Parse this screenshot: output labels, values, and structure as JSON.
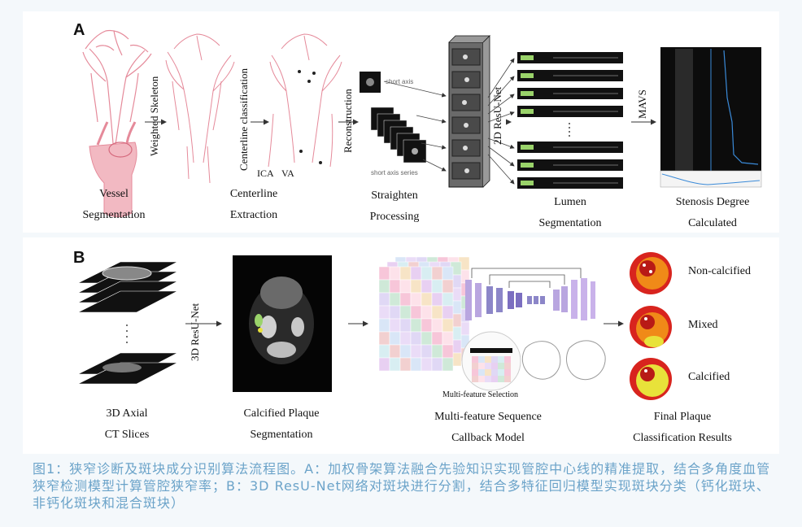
{
  "panel_a": {
    "letter": "A",
    "steps": [
      {
        "line1": "Vessel",
        "line2": "Segmentation"
      },
      {
        "line1": "Centerline",
        "line2": "Extraction"
      },
      {
        "line1": "Straighten",
        "line2": "Processing"
      },
      {
        "line1": "Lumen",
        "line2": "Segmentation"
      },
      {
        "line1": "Stenosis Degree",
        "line2": "Calculated"
      }
    ],
    "arrow_labels": [
      "Weighted Skeleton",
      "Centerline classification",
      "Reconstruction",
      "2D ResU-Net",
      "MAVS"
    ],
    "vessel_labels": [
      "ICA",
      "VA"
    ],
    "short_axis": "short axis",
    "short_axis_series": "short axis series"
  },
  "panel_b": {
    "letter": "B",
    "steps": [
      {
        "line1": "3D Axial",
        "line2": "CT Slices"
      },
      {
        "line1": "Calcified Plaque",
        "line2": "Segmentation"
      },
      {
        "line1": "Multi-feature Sequence",
        "line2": "Callback Model"
      },
      {
        "line1": "Final Plaque",
        "line2": "Classification Results"
      }
    ],
    "arrow_label": "3D ResU-Net",
    "selection_label": "Multi-feature Selection",
    "classes": [
      "Non-calcified",
      "Mixed",
      "Calcified"
    ]
  },
  "caption": "图1：狭窄诊断及斑块成分识别算法流程图。A：加权骨架算法融合先验知识实现管腔中心线的精准提取，结合多角度血管狭窄检测模型计算管腔狭窄率；B：3D ResU-Net网络对斑块进行分割，结合多特征回归模型实现斑块分类（钙化斑块、非钙化斑块和混合斑块）",
  "colors": {
    "caption": "#6ba3c9",
    "vessel": "#e58a9a",
    "lumen_green": "#9ad36a",
    "calcified_yellow": "#e8e23a",
    "plaque_orange": "#f08a18",
    "wall_red": "#d8241e",
    "profile_blue": "#3a8ad8"
  }
}
